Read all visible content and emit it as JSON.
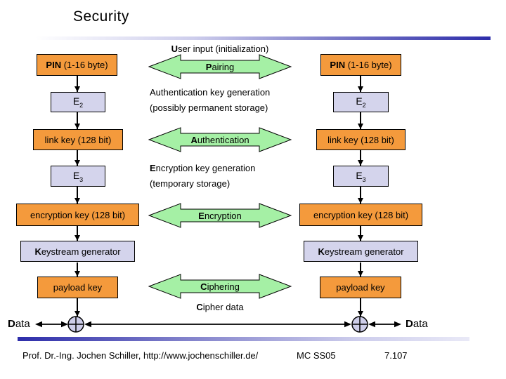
{
  "slide": {
    "title": "Security",
    "footer": {
      "author": "Prof. Dr.-Ing. Jochen Schiller, http://www.jochenschiller.de/",
      "course": "MC SS05",
      "page": "7.107"
    }
  },
  "diagram": {
    "top_label": "User input (initialization)",
    "left_device": {
      "pin": {
        "bold": "PIN",
        "rest": " (1-16 byte)"
      },
      "e2": {
        "base": "E",
        "sub": "2"
      },
      "link_key": "link key (128 bit)",
      "e3": {
        "base": "E",
        "sub": "3"
      },
      "encryption_key": "encryption key (128 bit)",
      "keystream": "Keystream generator",
      "payload_key": "payload key",
      "data_label": "Data"
    },
    "right_device": {
      "pin": {
        "bold": "PIN",
        "rest": " (1-16 byte)"
      },
      "e2": {
        "base": "E",
        "sub": "2"
      },
      "link_key": "link key (128 bit)",
      "e3": {
        "base": "E",
        "sub": "3"
      },
      "encryption_key": "encryption key (128 bit)",
      "keystream": "Keystream generator",
      "payload_key": "payload key",
      "data_label": "Data"
    },
    "center": {
      "arrows": [
        {
          "label": "Pairing"
        },
        {
          "label": "Authentication"
        },
        {
          "label": "Encryption"
        },
        {
          "label": "Ciphering"
        }
      ],
      "auth_gen_line1": "Authentication key generation",
      "auth_gen_line2": "(possibly permanent storage)",
      "enc_gen_line1": "Encryption key generation",
      "enc_gen_line2": "(temporary storage)",
      "cipher_data_label": "Cipher data"
    },
    "colors": {
      "box_orange": "#F49A3C",
      "box_lavender": "#D4D4EC",
      "arrow_green": "#A5F0A5",
      "xor_fill": "#CDCDE9",
      "band_dark": "#2D2DAA"
    }
  }
}
